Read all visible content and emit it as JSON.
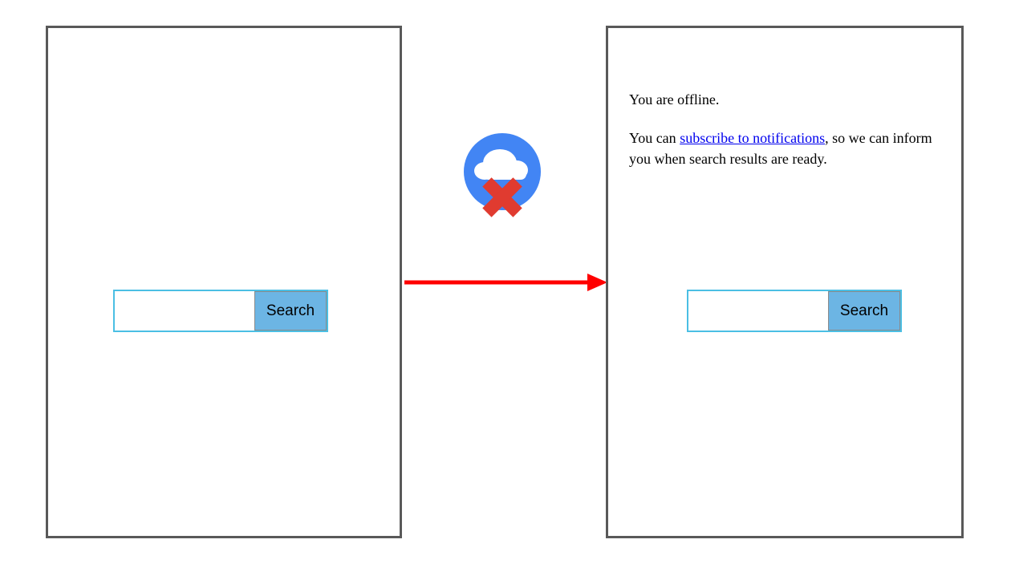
{
  "diagram": {
    "type": "before-after-flow",
    "background_color": "#ffffff",
    "panel_border_color": "#595959"
  },
  "panel_before": {
    "name": "Search page online state",
    "search": {
      "input_value": "",
      "input_placeholder": "",
      "button_label": "Search"
    }
  },
  "panel_after": {
    "name": "Search page offline state",
    "message": {
      "line1": "You are offline.",
      "line2_prefix": "You can ",
      "line2_link": "subscribe to notifications",
      "line2_suffix": ", so we can inform you when search results are ready."
    },
    "search": {
      "input_value": "",
      "input_placeholder": "",
      "button_label": "Search"
    }
  },
  "icons": {
    "offline_cloud": {
      "name": "cloud-offline-icon",
      "circle_color": "#4285f4",
      "cloud_color": "#ffffff",
      "cross_color": "#e03b30"
    },
    "arrow": {
      "name": "flow-arrow-icon",
      "color": "#ff0000"
    }
  },
  "colors": {
    "link": "#0000ee",
    "search_border": "#4bbfe4",
    "search_button_bg": "#6cb5e4",
    "search_button_border": "#8a8a8a",
    "panel_border": "#595959",
    "text": "#000000"
  }
}
